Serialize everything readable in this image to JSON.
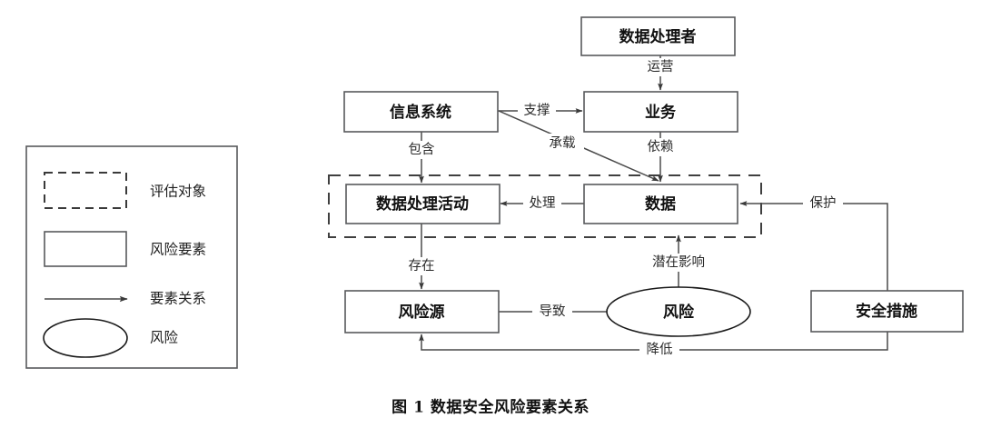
{
  "figure": {
    "caption": "图 1  数据安全风险要素关系"
  },
  "legend": {
    "items": [
      {
        "key": "assessment-object",
        "label": "评估对象",
        "glyph": "dashed-rectangle"
      },
      {
        "key": "risk-element",
        "label": "风险要素",
        "glyph": "solid-rectangle"
      },
      {
        "key": "element-relation",
        "label": "要素关系",
        "glyph": "arrow"
      },
      {
        "key": "risk",
        "label": "风险",
        "glyph": "ellipse"
      }
    ]
  },
  "diagram": {
    "nodes": [
      {
        "key": "data-processor",
        "label": "数据处理者",
        "shape": "rect"
      },
      {
        "key": "information-system",
        "label": "信息系统",
        "shape": "rect"
      },
      {
        "key": "business",
        "label": "业务",
        "shape": "rect"
      },
      {
        "key": "data-processing-activity",
        "label": "数据处理活动",
        "shape": "rect"
      },
      {
        "key": "data",
        "label": "数据",
        "shape": "rect"
      },
      {
        "key": "risk-source",
        "label": "风险源",
        "shape": "rect"
      },
      {
        "key": "risk",
        "label": "风险",
        "shape": "ellipse"
      },
      {
        "key": "security-measure",
        "label": "安全措施",
        "shape": "rect"
      }
    ],
    "scope": {
      "key": "assessment-scope",
      "contains": [
        "数据处理活动",
        "数据"
      ]
    },
    "edges": [
      {
        "key": "operate",
        "label": "运营",
        "from": "数据处理者",
        "to": "业务"
      },
      {
        "key": "support",
        "label": "支撑",
        "from": "信息系统",
        "to": "业务"
      },
      {
        "key": "carry",
        "label": "承载",
        "from": "信息系统",
        "to": "数据"
      },
      {
        "key": "depend",
        "label": "依赖",
        "from": "业务",
        "to": "数据"
      },
      {
        "key": "contain",
        "label": "包含",
        "from": "信息系统",
        "to": "数据处理活动"
      },
      {
        "key": "process",
        "label": "处理",
        "from": "数据",
        "to": "数据处理活动"
      },
      {
        "key": "exist",
        "label": "存在",
        "from": "数据处理活动",
        "to": "风险源"
      },
      {
        "key": "cause",
        "label": "导致",
        "from": "风险源",
        "to": "风险"
      },
      {
        "key": "potential-impact",
        "label": "潜在影响",
        "from": "风险",
        "to": "评估对象"
      },
      {
        "key": "protect",
        "label": "保护",
        "from": "安全措施",
        "to": "数据"
      },
      {
        "key": "reduce",
        "label": "降低",
        "from": "安全措施",
        "to": "风险源"
      }
    ]
  },
  "colors": {
    "stroke": "#58595b",
    "connector": "#4a4a4a",
    "text": "#111111",
    "background": "#ffffff"
  }
}
